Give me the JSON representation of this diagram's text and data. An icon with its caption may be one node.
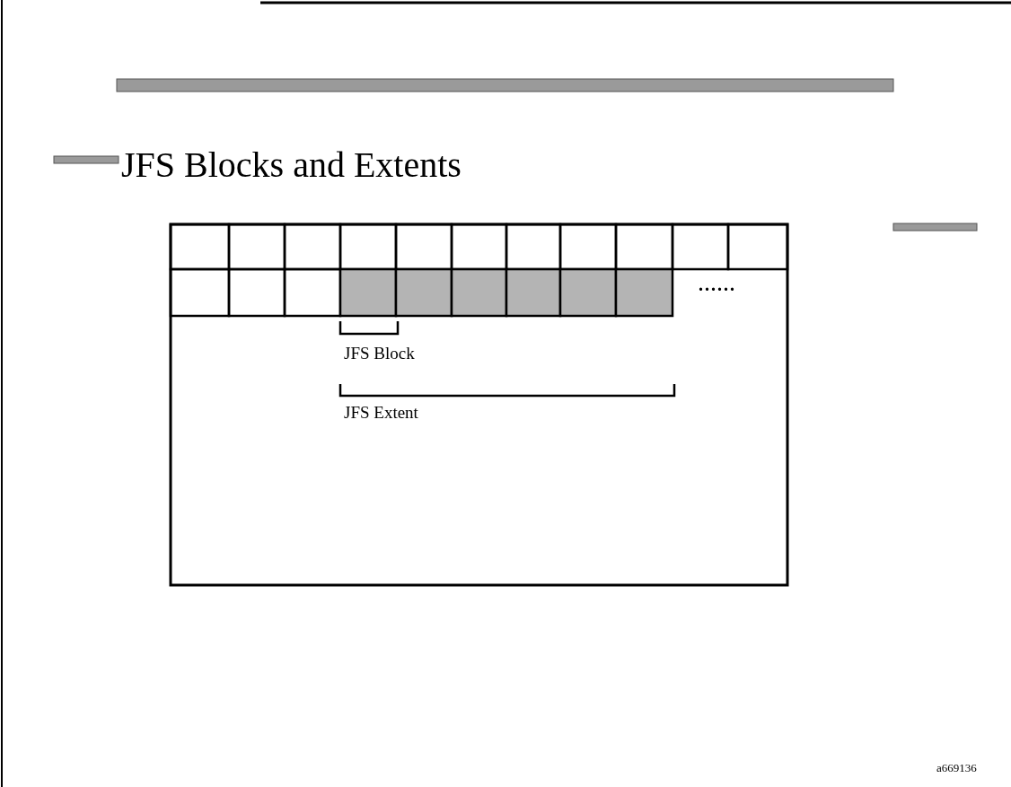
{
  "diagram": {
    "title": "JFS Blocks and Extents",
    "labels": [
      "......",
      "JFS Block",
      "JFS Extent",
      "a669136"
    ]
  }
}
